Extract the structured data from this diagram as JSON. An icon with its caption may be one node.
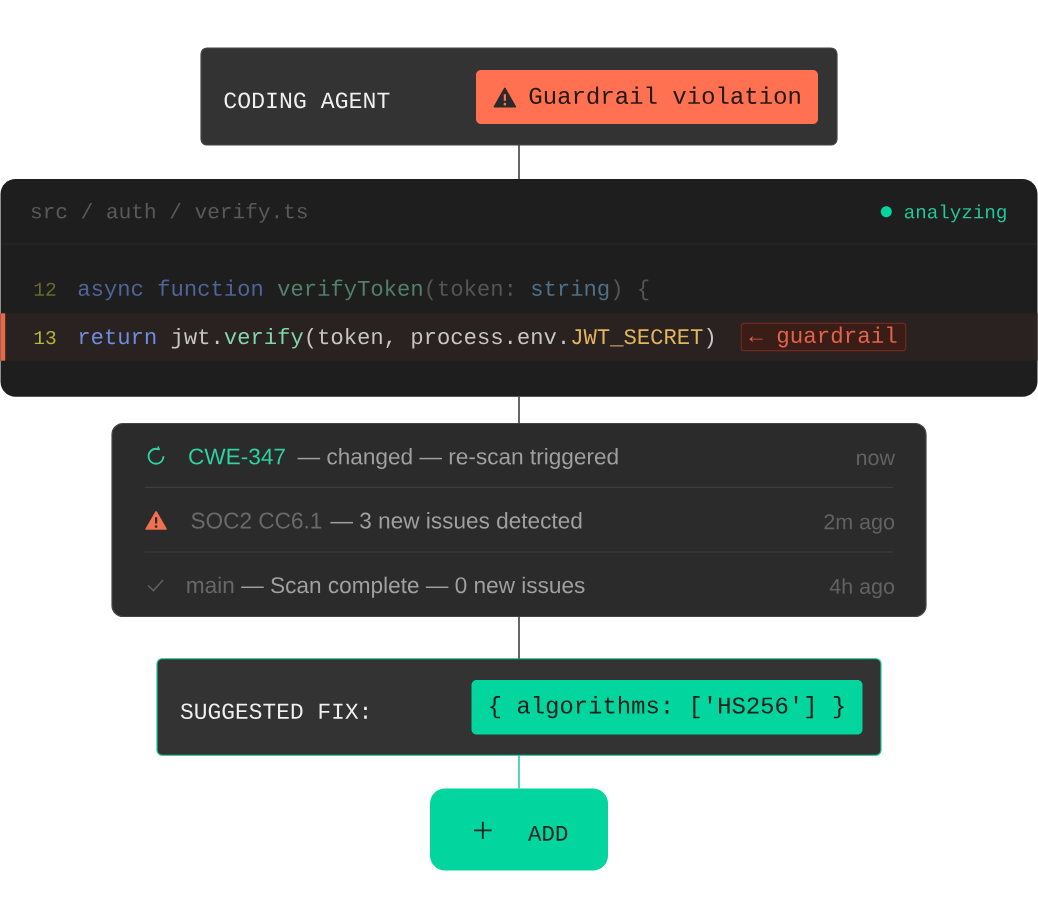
{
  "diagram": {
    "nodes": [
      {
        "text": [
          "CODING AGENT"
        ]
      },
      {
        "text": [
          "Guardrail violation"
        ],
        "in": 0
      },
      {
        "text": [
          "src / auth / verify.ts",
          "analyzing",
          "12",
          "async function verifyToken(token: string) {",
          "13",
          "return jwt.verify(token, process.env.JWT_SECRET)"
        ]
      },
      {
        "text": [
          "← guardrail"
        ],
        "in": 2
      },
      {
        "text": [
          "CWE-347",
          "— changed — re-scan triggered",
          "now",
          "SOC2 CC6.1",
          "— 3 new issues detected",
          "2m ago",
          "main",
          "— Scan complete — 0 new issues",
          "4h ago"
        ]
      },
      {
        "text": [
          "SUGGESTED FIX:"
        ]
      },
      {
        "text": [
          "{ algorithms: ['HS256'] }"
        ],
        "in": 5
      },
      {
        "text": [
          "ADD"
        ]
      }
    ],
    "edges": [
      {
        "from": 0,
        "to": 2,
        "arrow": "none"
      },
      {
        "from": 2,
        "to": 4,
        "arrow": "none"
      },
      {
        "from": 4,
        "to": 5,
        "arrow": "none"
      },
      {
        "from": 5,
        "to": 7,
        "arrow": "none",
        "color": "#1fc99a"
      }
    ]
  }
}
